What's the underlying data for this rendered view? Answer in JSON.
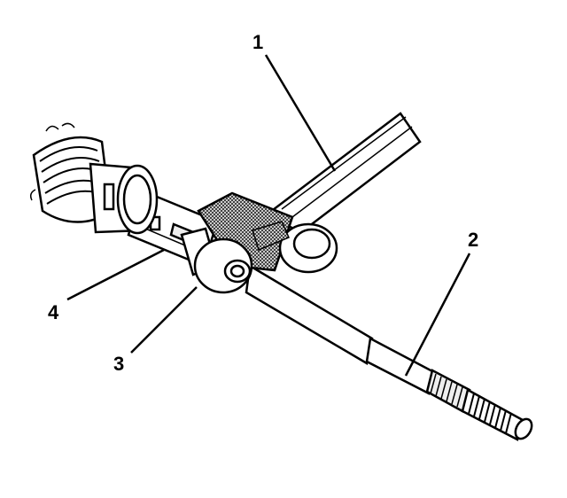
{
  "callouts": {
    "c1": "1",
    "c2": "2",
    "c3": "3",
    "c4": "4"
  },
  "colors": {
    "ink": "#000000",
    "paper": "#ffffff",
    "hatch": "#555555"
  }
}
